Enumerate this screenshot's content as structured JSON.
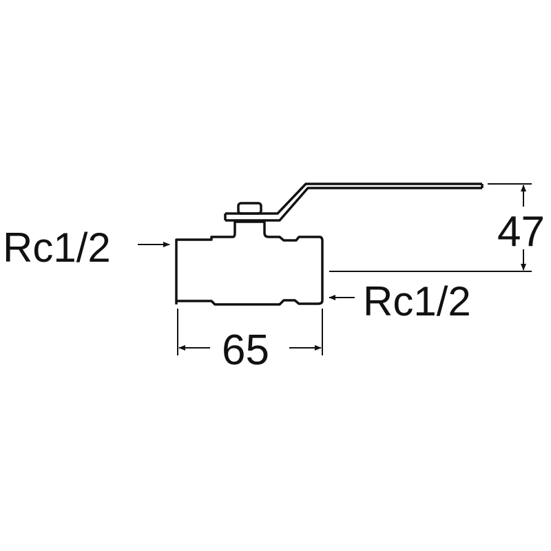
{
  "diagram": {
    "title": "Ball valve dimension drawing",
    "port_left_label": "Rc1/2",
    "port_right_label": "Rc1/2",
    "length_dimension": "65",
    "height_dimension": "47",
    "line_color": "#111111"
  }
}
